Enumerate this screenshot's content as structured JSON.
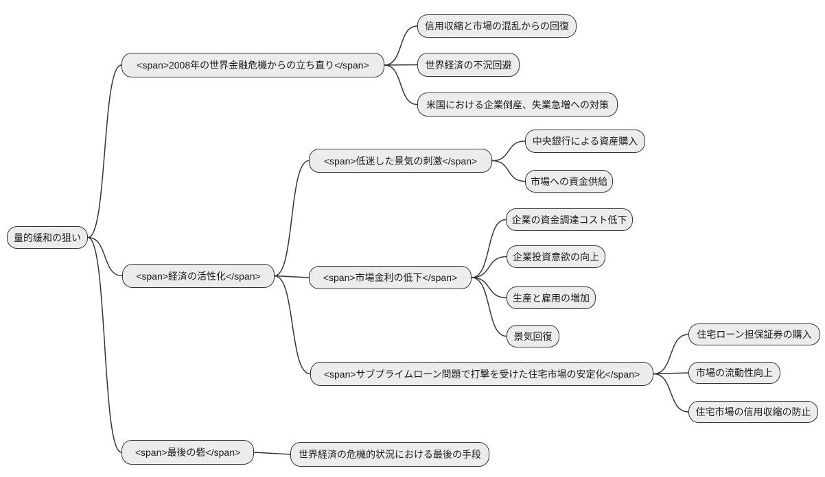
{
  "theme": {
    "background": "#ffffff",
    "node_fill": "#ececec",
    "node_border": "#333333",
    "node_text": "#1a1a1a",
    "edge_color": "#333333"
  },
  "diagram_type": "mindmap",
  "tree": {
    "label": "量的緩和の狙い",
    "children": [
      {
        "label": "<span>2008年の世界金融危機からの立ち直り</span>",
        "children": [
          {
            "label": "信用収縮と市場の混乱からの回復"
          },
          {
            "label": "世界経済の不況回避"
          },
          {
            "label": "米国における企業倒産、失業急増への対策"
          }
        ]
      },
      {
        "label": "<span>経済の活性化</span>",
        "children": [
          {
            "label": "<span>低迷した景気の刺激</span>",
            "children": [
              {
                "label": "中央銀行による資産購入"
              },
              {
                "label": "市場への資金供給"
              }
            ]
          },
          {
            "label": "<span>市場金利の低下</span>",
            "children": [
              {
                "label": "企業の資金調達コスト低下"
              },
              {
                "label": "企業投資意欲の向上"
              },
              {
                "label": "生産と雇用の増加"
              },
              {
                "label": "景気回復"
              }
            ]
          },
          {
            "label": "<span>サブプライムローン問題で打撃を受けた住宅市場の安定化</span>",
            "children": [
              {
                "label": "住宅ローン担保証券の購入"
              },
              {
                "label": "市場の流動性向上"
              },
              {
                "label": "住宅市場の信用収縮の防止"
              }
            ]
          }
        ]
      },
      {
        "label": "<span>最後の砦</span>",
        "children": [
          {
            "label": "世界経済の危機的状況における最後の手段"
          }
        ]
      }
    ]
  }
}
